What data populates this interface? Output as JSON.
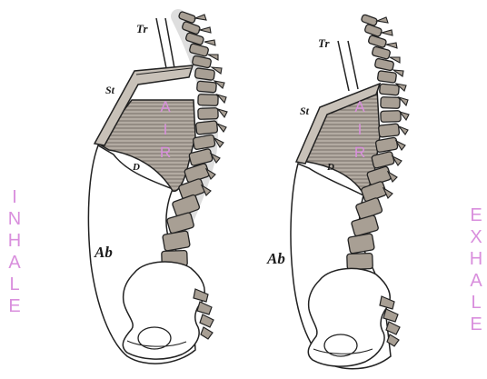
{
  "colors": {
    "accent_text": "#d98fdd",
    "ink": "#222222",
    "vertebra_fill": "#a89f94",
    "air_fill": "#a39a90",
    "bone_fill": "#ffffff",
    "background": "#ffffff"
  },
  "side_words": {
    "left": [
      "I",
      "N",
      "H",
      "A",
      "L",
      "E"
    ],
    "right": [
      "E",
      "X",
      "H",
      "A",
      "L",
      "E"
    ]
  },
  "panels": [
    {
      "name": "inhale",
      "air_letters": [
        "A",
        "I",
        "R"
      ],
      "labels": {
        "trachea": "Tr",
        "sternum": "St",
        "diaphragm": "D",
        "abdomen": "Ab"
      }
    },
    {
      "name": "exhale",
      "air_letters": [
        "A",
        "I",
        "R"
      ],
      "labels": {
        "trachea": "Tr",
        "sternum": "St",
        "diaphragm": "D",
        "abdomen": "Ab"
      }
    }
  ]
}
